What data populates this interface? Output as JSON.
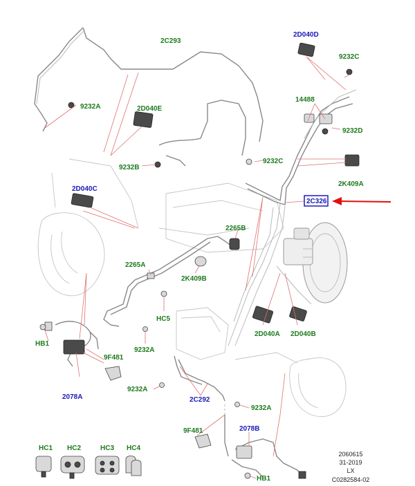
{
  "callouts": {
    "c2c293": "2C293",
    "c2d040d": "2D040D",
    "c9232c_top": "9232C",
    "c9232a_topleft": "9232A",
    "c2d040e": "2D040E",
    "c14488": "14488",
    "c9232d": "9232D",
    "c9232b": "9232B",
    "c9232c_mid": "9232C",
    "c2k409a": "2K409A",
    "c2d040c": "2D040C",
    "c2c326": "2C326",
    "c2265b": "2265B",
    "c2265a": "2265A",
    "c2k409b": "2K409B",
    "chc5": "HC5",
    "chb1_top": "HB1",
    "c9f481_top": "9F481",
    "c9232a_mid": "9232A",
    "c2d040a": "2D040A",
    "c2d040b": "2D040B",
    "c2078a": "2078A",
    "c9232a_low": "9232A",
    "c2c292": "2C292",
    "c9232a_right": "9232A",
    "c9f481_bot": "9F481",
    "c2078b": "2078B",
    "chb1_bot": "HB1",
    "chc1": "HC1",
    "chc2": "HC2",
    "chc3": "HC3",
    "chc4": "HC4"
  },
  "ref": {
    "line1": "2060615",
    "line2": "31-2019",
    "line3": "LX",
    "line4": "C0282584-02"
  },
  "colors": {
    "part_label": "#1e7a1e",
    "assembly_label": "#1a1ab8",
    "leader": "#e07070",
    "highlight_arrow": "#e01010",
    "highlight_box": "#1a1ab8"
  }
}
